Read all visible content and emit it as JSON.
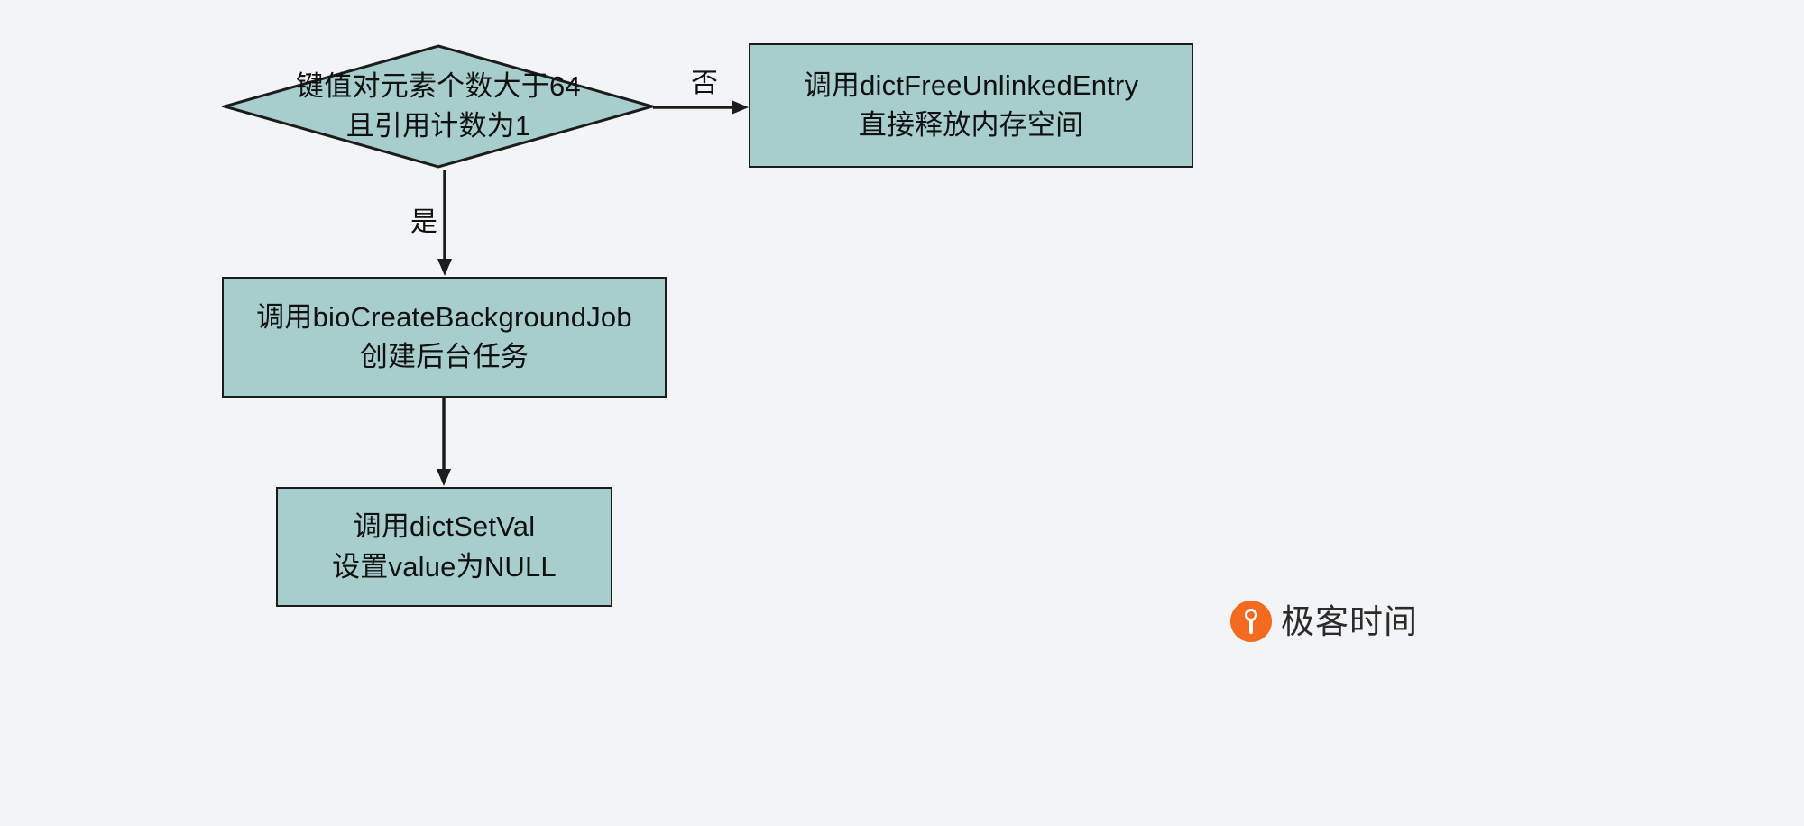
{
  "diagram": {
    "type": "flowchart",
    "title": "",
    "background_color": "#f3f4f6",
    "node_fill_color": "#a7cdcd",
    "node_border_color": "#1c1c1c",
    "text_color": "#111111"
  },
  "nodes": {
    "decision": {
      "shape": "diamond",
      "line1": "键值对元素个数大于64",
      "line2": "且引用计数为1"
    },
    "free_entry": {
      "shape": "rect",
      "line1": "调用dictFreeUnlinkedEntry",
      "line2": "直接释放内存空间"
    },
    "bg_job": {
      "shape": "rect",
      "line1": "调用bioCreateBackgroundJob",
      "line2": "创建后台任务"
    },
    "set_val": {
      "shape": "rect",
      "line1": "调用dictSetVal",
      "line2": "设置value为NULL"
    }
  },
  "edges": {
    "no_branch": {
      "label": "否",
      "from": "decision",
      "to": "free_entry",
      "direction": "right"
    },
    "yes_branch": {
      "label": "是",
      "from": "decision",
      "to": "bg_job",
      "direction": "down"
    },
    "job_to_setval": {
      "label": "",
      "from": "bg_job",
      "to": "set_val",
      "direction": "down"
    }
  },
  "watermark": {
    "text": "极客时间",
    "logo_icon": "geektime-logo-icon",
    "logo_color": "#f46a1f"
  }
}
